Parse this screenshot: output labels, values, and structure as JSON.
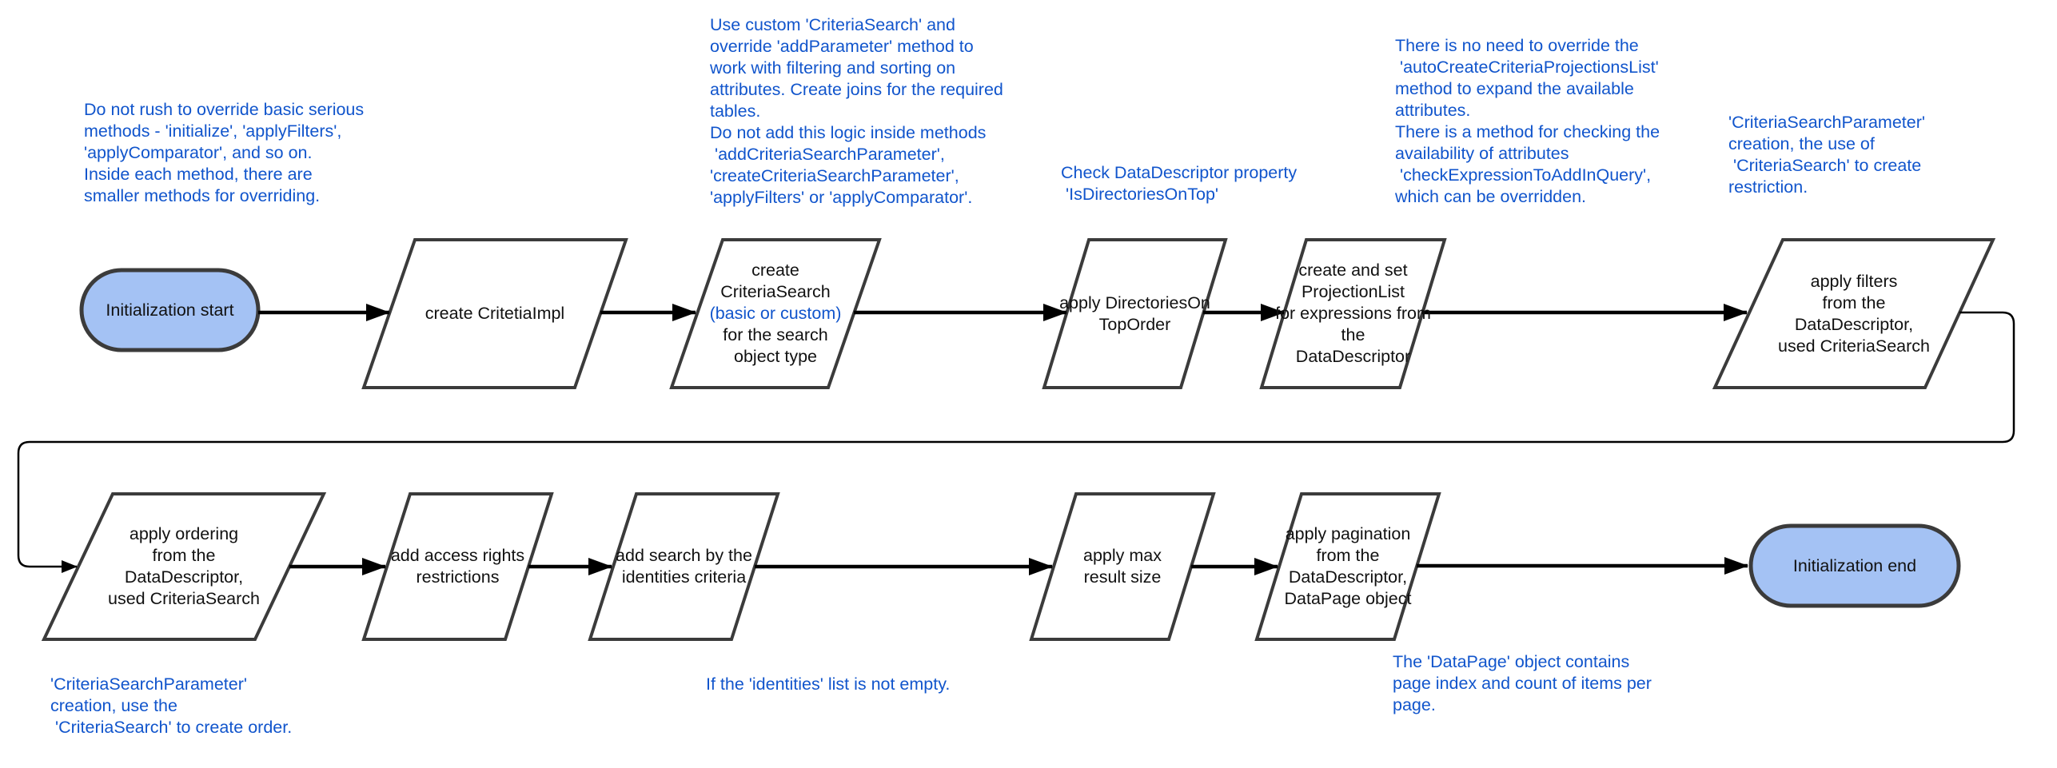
{
  "colors": {
    "terminator_fill": "#a4c2f4",
    "shape_border": "#3b3b3b",
    "shape_fill": "#ffffff",
    "arrow": "#000000",
    "annotation_text": "#1155cc",
    "shape_text": "#111111"
  },
  "nodes": {
    "start": {
      "label": "Initialization start"
    },
    "createImpl": {
      "label": "create CritetiaImpl"
    },
    "createSearch": {
      "pre": "create\nCriteriaSearch",
      "highlight": "(basic or custom)",
      "post": "for the search\nobject type"
    },
    "directoriesOnTop": {
      "label": "apply DirectoriesOn\nTopOrder"
    },
    "projectionList": {
      "label": "create and set\nProjectionList\nfor expressions from\nthe\nDataDescriptor"
    },
    "applyFilters": {
      "label": "apply filters\nfrom the\nDataDescriptor,\nused CriteriaSearch"
    },
    "applyOrdering": {
      "label": "apply ordering\nfrom the\nDataDescriptor,\nused CriteriaSearch"
    },
    "accessRights": {
      "label": "add access rights\nrestrictions"
    },
    "identities": {
      "label": "add search by the\nidentities criteria"
    },
    "maxResult": {
      "label": "apply max\nresult size"
    },
    "pagination": {
      "label": "apply pagination\nfrom the\nDataDescriptor,\nDataPage object"
    },
    "end": {
      "label": "Initialization end"
    }
  },
  "annotations": {
    "overrideBasics": "Do not rush to override basic serious\nmethods - 'initialize', 'applyFilters',\n'applyComparator', and so on.\nInside each method, there are\nsmaller methods for overriding.",
    "customCriteriaSearch": "Use custom 'CriteriaSearch' and\noverride 'addParameter' method to\nwork with filtering and sorting on\nattributes. Create joins for the required\ntables.\nDo not add this logic inside methods\n 'addCriteriaSearchParameter',\n'createCriteriaSearchParameter',\n'applyFilters' or 'applyComparator'.",
    "checkDataDescriptor": "Check DataDescriptor property\n 'IsDirectoriesOnTop'",
    "noNeedOverride": "There is no need to override the\n 'autoCreateCriteriaProjectionsList'\nmethod to expand the available\nattributes.\nThere is a method for checking the\navailability of attributes\n 'checkExpressionToAddInQuery',\nwhich can be overridden.",
    "createRestriction": "'CriteriaSearchParameter'\ncreation, the use of\n 'CriteriaSearch' to create\nrestriction.",
    "createOrder": "'CriteriaSearchParameter'\ncreation, use the\n 'CriteriaSearch' to create order.",
    "identitiesNotEmpty": "If the 'identities' list is not empty.",
    "dataPageObject": "The 'DataPage' object contains\npage index and count of items per\npage."
  }
}
